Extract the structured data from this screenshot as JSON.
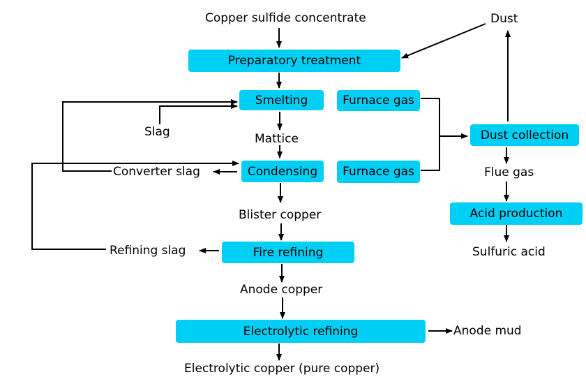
{
  "colors": {
    "process_box": "#00cff5",
    "line": "#000000",
    "background": "#ffffff"
  },
  "processes": {
    "preparatory": "Preparatory treatment",
    "smelting": "Smelting",
    "condensing": "Condensing",
    "fire_refining": "Fire refining",
    "electrolytic_refining": "Electrolytic refining",
    "furnace_gas_1": "Furnace gas",
    "furnace_gas_2": "Furnace gas",
    "dust_collection": "Dust collection",
    "acid_production": "Acid production"
  },
  "materials": {
    "input": "Copper sulfide concentrate",
    "dust": "Dust",
    "slag": "Slag",
    "mattice": "Mattice",
    "converter_slag": "Converter slag",
    "blister_copper": "Blister copper",
    "refining_slag": "Refining slag",
    "anode_copper": "Anode copper",
    "anode_mud": "Anode mud",
    "output": "Electrolytic copper (pure copper)",
    "flue_gas": "Flue gas",
    "sulfuric_acid": "Sulfuric acid"
  },
  "edges": [
    [
      "input",
      "preparatory"
    ],
    [
      "dust",
      "preparatory"
    ],
    [
      "preparatory",
      "smelting"
    ],
    [
      "slag",
      "smelting"
    ],
    [
      "converter_slag",
      "smelting"
    ],
    [
      "smelting",
      "mattice"
    ],
    [
      "mattice",
      "condensing"
    ],
    [
      "refining_slag",
      "condensing"
    ],
    [
      "condensing",
      "converter_slag"
    ],
    [
      "condensing",
      "blister_copper"
    ],
    [
      "blister_copper",
      "fire_refining"
    ],
    [
      "fire_refining",
      "refining_slag"
    ],
    [
      "fire_refining",
      "anode_copper"
    ],
    [
      "anode_copper",
      "electrolytic_refining"
    ],
    [
      "electrolytic_refining",
      "anode_mud"
    ],
    [
      "electrolytic_refining",
      "output"
    ],
    [
      "furnace_gas_1",
      "dust_collection"
    ],
    [
      "furnace_gas_2",
      "dust_collection"
    ],
    [
      "dust_collection",
      "dust"
    ],
    [
      "dust_collection",
      "flue_gas"
    ],
    [
      "flue_gas",
      "acid_production"
    ],
    [
      "acid_production",
      "sulfuric_acid"
    ]
  ]
}
